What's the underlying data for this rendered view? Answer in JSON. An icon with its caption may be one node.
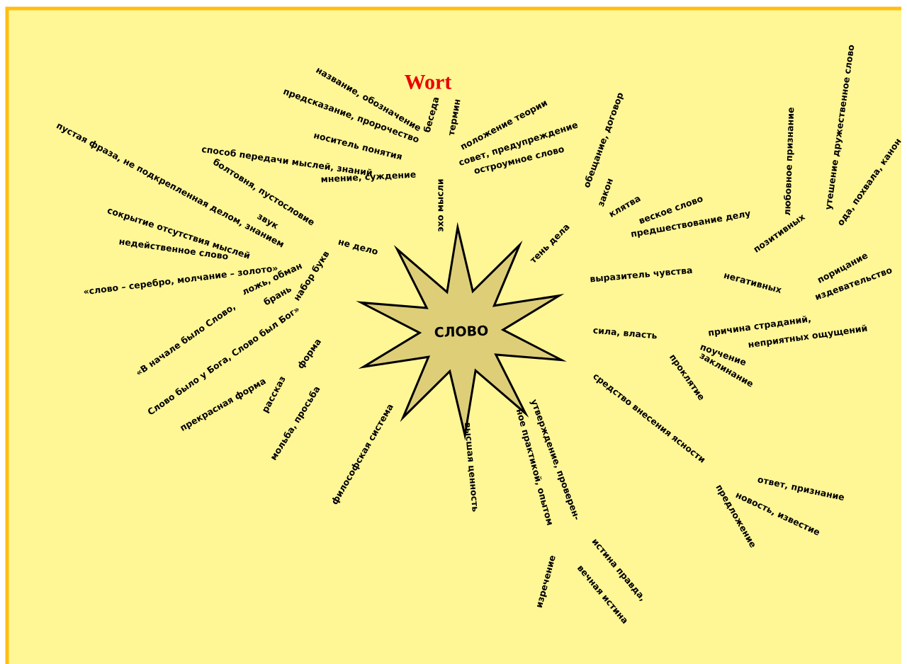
{
  "diagram": {
    "title": "Wort",
    "nodes": [
      {
        "text": [
          "СЛОВО"
        ]
      }
    ],
    "labels": [
      "название, обозначение",
      "беседа",
      "термин",
      "предсказание, пророчество",
      "носитель понятия",
      "способ передачи мыслей, знаний",
      "мнение, суждение",
      "положение теории",
      "совет, предупреждение",
      "остроумное слово",
      "эхо мысли",
      "пустая фраза, не подкрепленная делом, знанием",
      "болтовня, пустословие",
      "звук",
      "не дело",
      "сокрытие отсутствия мыслей",
      "недейственное слово",
      "«слово – серебро, молчание – золото»",
      "ложь, обман",
      "брань",
      "набор букв",
      "«В начале было Слово,",
      "Слово было у Бога, Слово был Бог»",
      "форма",
      "прекрасная форма",
      "рассказ",
      "мольба, просьба",
      "философская система",
      "высшая ценность",
      "утверждение, проверен-",
      "ное практикой, опытом",
      "изречение",
      "истина правда,",
      "вечная истина",
      "тень дела",
      "обещание, договор",
      "закон",
      "клятва",
      "веское слово",
      "предшествование делу",
      "позитивных",
      "любовное признание",
      "утешение дружественное слово",
      "ода, похвала, канон",
      "выразитель чувства",
      "негативных",
      "порицание",
      "издевательство",
      "сила, власть",
      "причина страданий,",
      "неприятных ощущений",
      "поучение",
      "заклинание",
      "проклятие",
      "средство внесения ясности",
      "ответ, признание",
      "новость, известие",
      "предложение"
    ]
  }
}
